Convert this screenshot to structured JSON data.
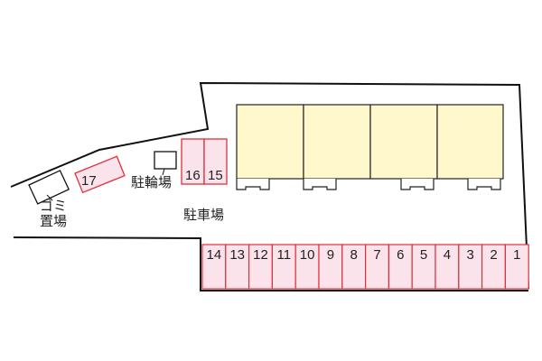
{
  "labels": {
    "garbage_line1": "ゴミ",
    "garbage_line2": "置場",
    "bicycle_parking": "駐輪場",
    "parking_lot": "駐車場"
  },
  "parking_spaces": {
    "bottom_row": [
      "14",
      "13",
      "12",
      "11",
      "10",
      "9",
      "8",
      "7",
      "6",
      "5",
      "4",
      "3",
      "2",
      "1"
    ],
    "upper_pair": [
      "16",
      "15"
    ],
    "single": "17"
  },
  "buildings": {
    "unit_count": 4
  },
  "colors": {
    "space_fill": "#fbe3ec",
    "space_stroke": "#e0303c",
    "building_fill": "#fff8cc",
    "outline": "#111111"
  }
}
